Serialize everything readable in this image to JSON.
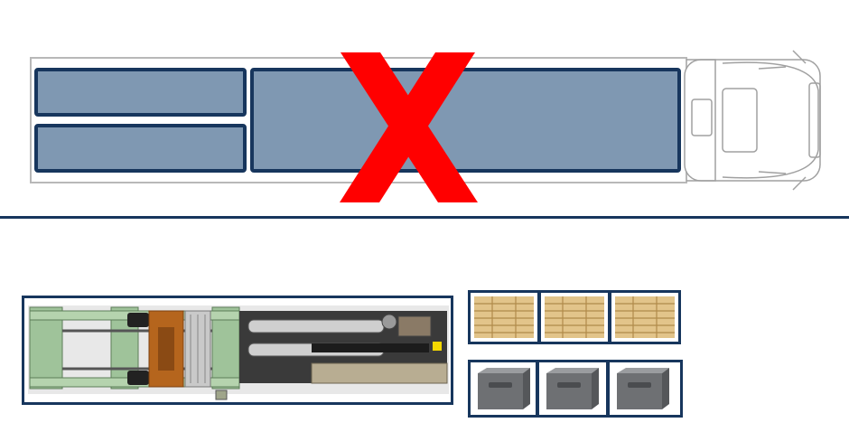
{
  "colors": {
    "outline": "#17365d",
    "cargo_fill": "#7f98b2",
    "cross": "#ff0000",
    "truck_line": "#b0b0b0",
    "pallet_wood": "#e2c48a",
    "crate_grey": "#6e7073"
  },
  "truck_top_view": {
    "cargo_areas": [
      {
        "name": "cargo-area-left-top"
      },
      {
        "name": "cargo-area-left-bottom"
      },
      {
        "name": "cargo-area-main"
      }
    ],
    "marker": {
      "icon": "red-x-cross-icon",
      "meaning": "not allowed"
    }
  },
  "load_items": {
    "machine": {
      "icon": "injection-molding-machine-icon"
    },
    "pallets": [
      {
        "icon": "wooden-pallet-icon"
      },
      {
        "icon": "wooden-pallet-icon"
      },
      {
        "icon": "wooden-pallet-icon"
      }
    ],
    "crates": [
      {
        "icon": "plastic-crate-icon"
      },
      {
        "icon": "plastic-crate-icon"
      },
      {
        "icon": "plastic-crate-icon"
      }
    ]
  }
}
